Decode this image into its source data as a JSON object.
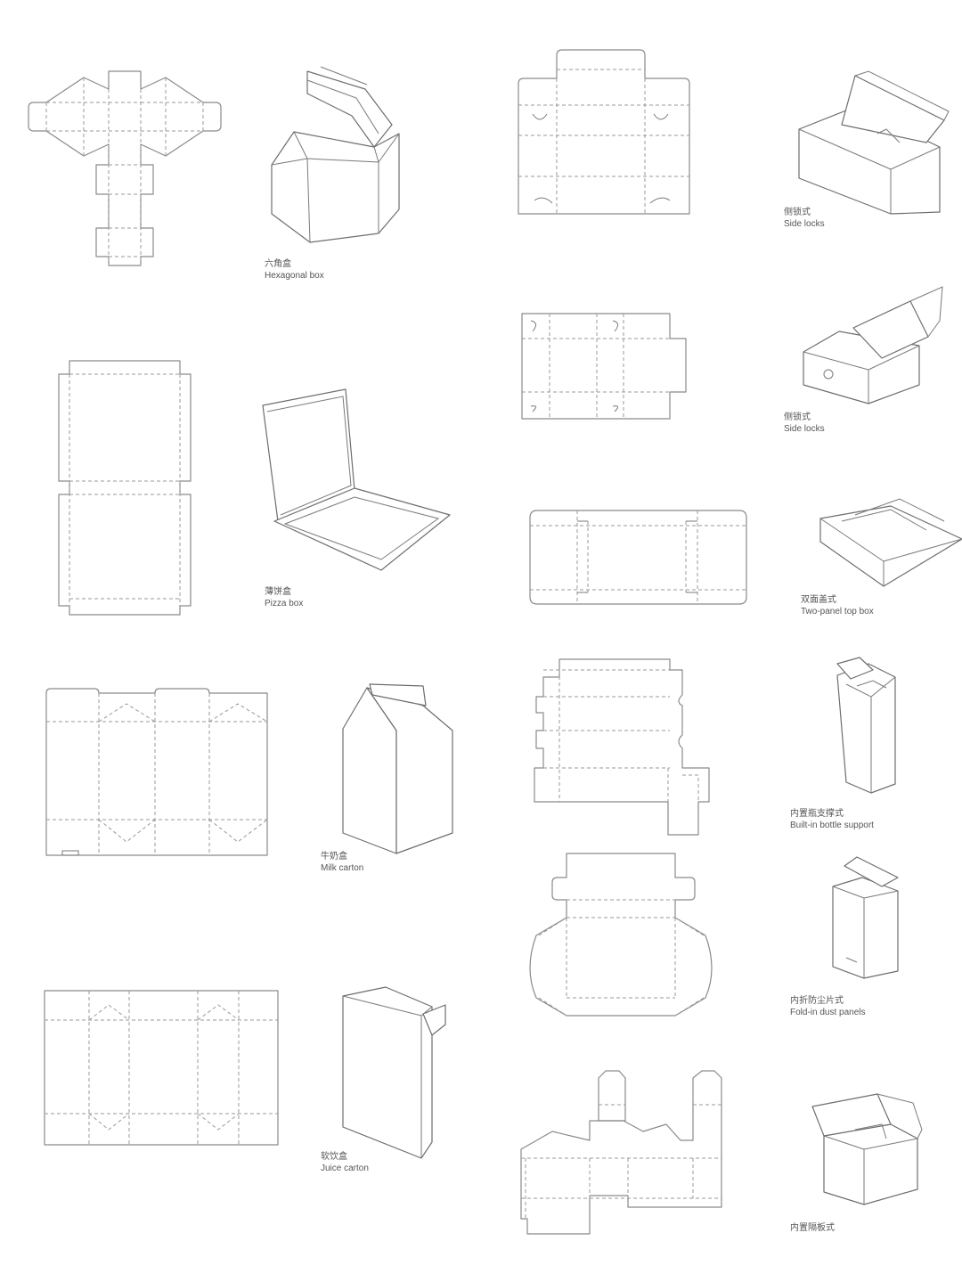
{
  "captions": [
    {
      "cn": "六角盒",
      "en": "Hexagonal box"
    },
    {
      "cn": "侧锁式",
      "en": "Side locks"
    },
    {
      "cn": "侧锁式",
      "en": "Side locks"
    },
    {
      "cn": "薄饼盒",
      "en": "Pizza box"
    },
    {
      "cn": "双面盖式",
      "en": "Two-panel top box"
    },
    {
      "cn": "牛奶盒",
      "en": "Milk carton"
    },
    {
      "cn": "内置瓶支撑式",
      "en": "Built-in bottle support"
    },
    {
      "cn": "内折防尘片式",
      "en": "Fold-in dust panels"
    },
    {
      "cn": "软饮盒",
      "en": "Juice carton"
    },
    {
      "cn": "内置隔板式",
      "en": ""
    }
  ],
  "colors": {
    "line": "#8a8a8a",
    "text": "#555555",
    "background": "#ffffff"
  }
}
